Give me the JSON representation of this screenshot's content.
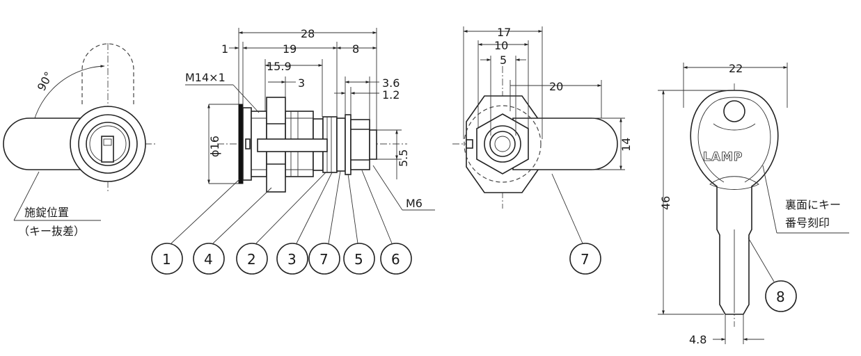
{
  "dims": {
    "angle": "90°",
    "len28": "28",
    "len1": "1",
    "len19": "19",
    "len8": "8",
    "len15_9": "15.9",
    "len3": "3",
    "len3_6": "3.6",
    "len1_2": "1.2",
    "dia16": "ϕ16",
    "len5_5": "5.5",
    "len17": "17",
    "len10": "10",
    "len5": "5",
    "len20": "20",
    "len14": "14",
    "len22": "22",
    "len46": "46",
    "len4_8": "4.8"
  },
  "labels": {
    "thread_main": "M14×1",
    "thread_small": "M6",
    "locking_position_line1": "施錠位置",
    "locking_position_line2": "（キー抜差）",
    "key_engraving_line1": "裏面にキー",
    "key_engraving_line2": "番号刻印",
    "key_brand": "LAMP"
  },
  "balloons": [
    "1",
    "4",
    "2",
    "3",
    "7",
    "5",
    "6",
    "7",
    "8"
  ]
}
